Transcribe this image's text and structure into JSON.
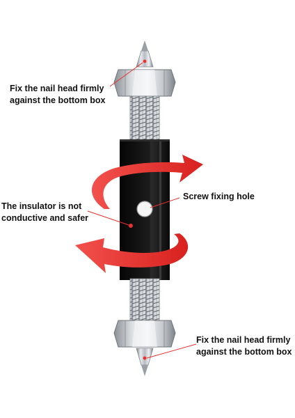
{
  "labels": {
    "top": {
      "line1": "Fix the nail head firmly",
      "line2": "against the bottom box"
    },
    "left": {
      "line1": "The insulator is not",
      "line2": "conductive and safer"
    },
    "right": {
      "line1": "Screw fixing hole"
    },
    "bottom": {
      "line1": "Fix the nail head firmly",
      "line2": "against the bottom box"
    }
  },
  "colors": {
    "accent_red": "#e8322f",
    "insulator_black": "#141414",
    "metal": "#b9bdc2",
    "text": "#111111"
  }
}
